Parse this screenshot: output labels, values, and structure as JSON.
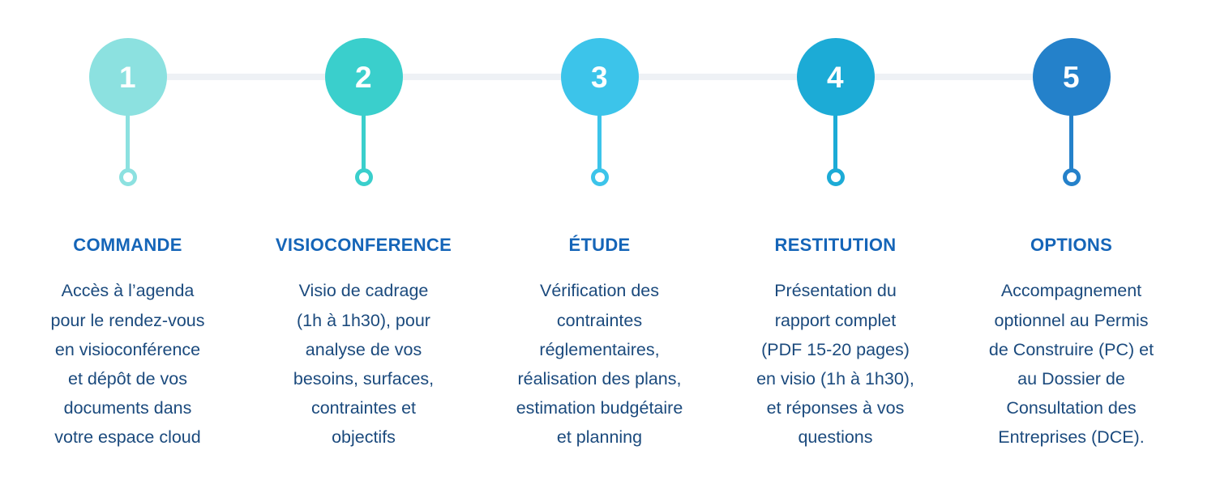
{
  "infographic": {
    "type": "horizontal-process-timeline",
    "steps_count": 5,
    "rail_color": "#eef1f5",
    "title_color": "#1565b8",
    "body_color": "#1b4a7d",
    "background_color": "#ffffff"
  },
  "steps": [
    {
      "number": "1",
      "title": "COMMANDE",
      "body": "Accès à l’agenda\npour le rendez-vous\nen visioconférence\net dépôt de vos\ndocuments dans\nvotre espace cloud",
      "color": "#8ce1e0"
    },
    {
      "number": "2",
      "title": "VISIOCONFERENCE",
      "body": "Visio de cadrage\n(1h à 1h30), pour\nanalyse de vos\nbesoins, surfaces,\ncontraintes et\nobjectifs",
      "color": "#3acfcc"
    },
    {
      "number": "3",
      "title": "ÉTUDE",
      "body": "Vérification des\ncontraintes\nréglementaires,\nréalisation des plans,\nestimation budgétaire\net planning",
      "color": "#3cc4ea"
    },
    {
      "number": "4",
      "title": "RESTITUTION",
      "body": "Présentation du\nrapport complet\n(PDF 15-20 pages)\nen visio (1h à 1h30),\net réponses à vos\nquestions",
      "color": "#1cabd6"
    },
    {
      "number": "5",
      "title": "OPTIONS",
      "body": "Accompagnement\noptionnel au Permis\nde Construire (PC) et\nau Dossier de\nConsultation des\nEntreprises (DCE).",
      "color": "#2481ca"
    }
  ]
}
